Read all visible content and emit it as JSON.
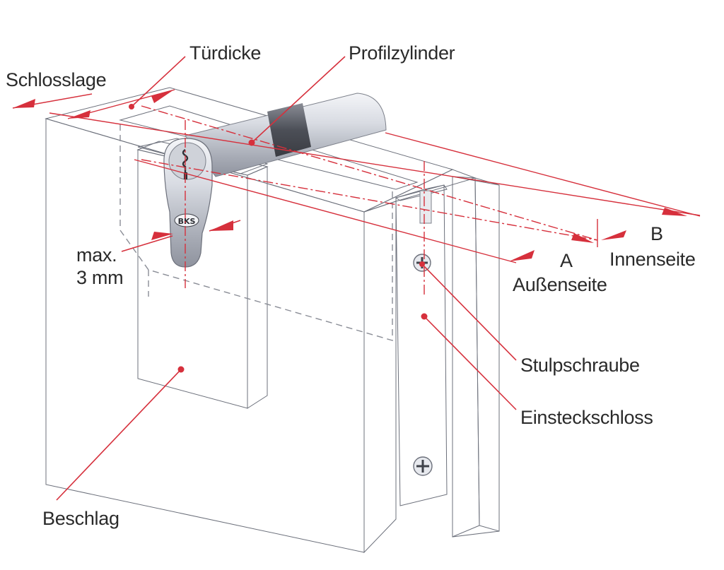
{
  "labels": {
    "schlosslage": "Schlosslage",
    "tuerdicke": "Türdicke",
    "profilzylinder": "Profilzylinder",
    "max_line1": "max.",
    "max_line2": "3 mm",
    "dim_a": "A",
    "dim_b": "B",
    "aussenseite": "Außenseite",
    "innenseite": "Innenseite",
    "stulpschraube": "Stulpschraube",
    "einsteckschloss": "Einsteckschloss",
    "beschlag": "Beschlag",
    "brand_mark": "BKS"
  },
  "colors": {
    "accent_red": "#d6303c",
    "label_text": "#2a2a2a",
    "steel_light": "#e4e6ec",
    "steel_mid": "#c8cbd3",
    "steel_dark": "#a9adb7"
  },
  "icons": {
    "screw_upper": "phillips-screw-icon",
    "screw_lower": "phillips-screw-icon",
    "keyhole": "keyhole-icon"
  }
}
